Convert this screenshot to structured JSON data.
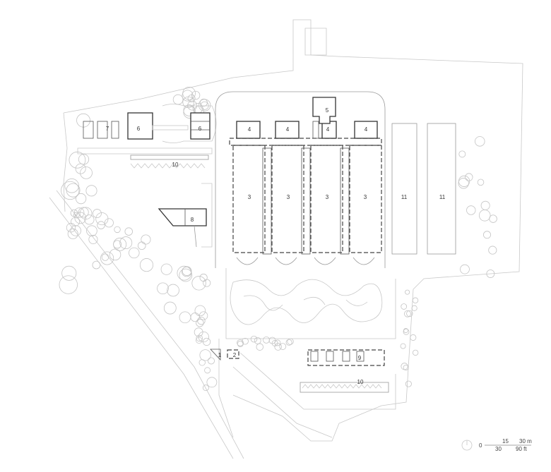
{
  "plan": {
    "labels": {
      "l1": "1",
      "l2": "2",
      "l3": "3",
      "l4": "4",
      "l5": "5",
      "l6": "6",
      "l7": "7",
      "l8": "8",
      "l9": "9",
      "l10": "10",
      "l11": "11"
    },
    "scale_bar": {
      "zero": "0",
      "m_mid": "15",
      "m_end": "30 m",
      "ft_mid": "30",
      "ft_end": "90 ft"
    },
    "north_arrow": "north-arrow-icon"
  }
}
